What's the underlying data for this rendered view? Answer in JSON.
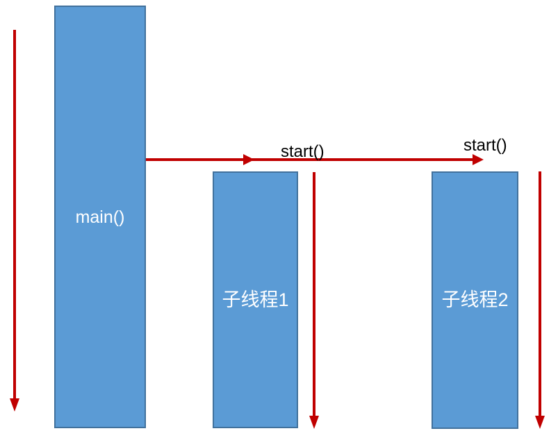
{
  "diagram": {
    "type": "thread-start-sequence",
    "colors": {
      "bar_fill": "#5b9bd5",
      "bar_border": "#41719c",
      "arrow": "#c00000",
      "bar_label": "#ffffff",
      "call_label": "#000000"
    },
    "lifelines": [
      {
        "id": "main",
        "label": "main()"
      },
      {
        "id": "thread1",
        "label": "子线程1"
      },
      {
        "id": "thread2",
        "label": "子线程2"
      }
    ],
    "calls": [
      {
        "label": "start()",
        "from": "main",
        "to": "thread1"
      },
      {
        "label": "start()",
        "from": "main",
        "to": "thread2"
      }
    ]
  }
}
